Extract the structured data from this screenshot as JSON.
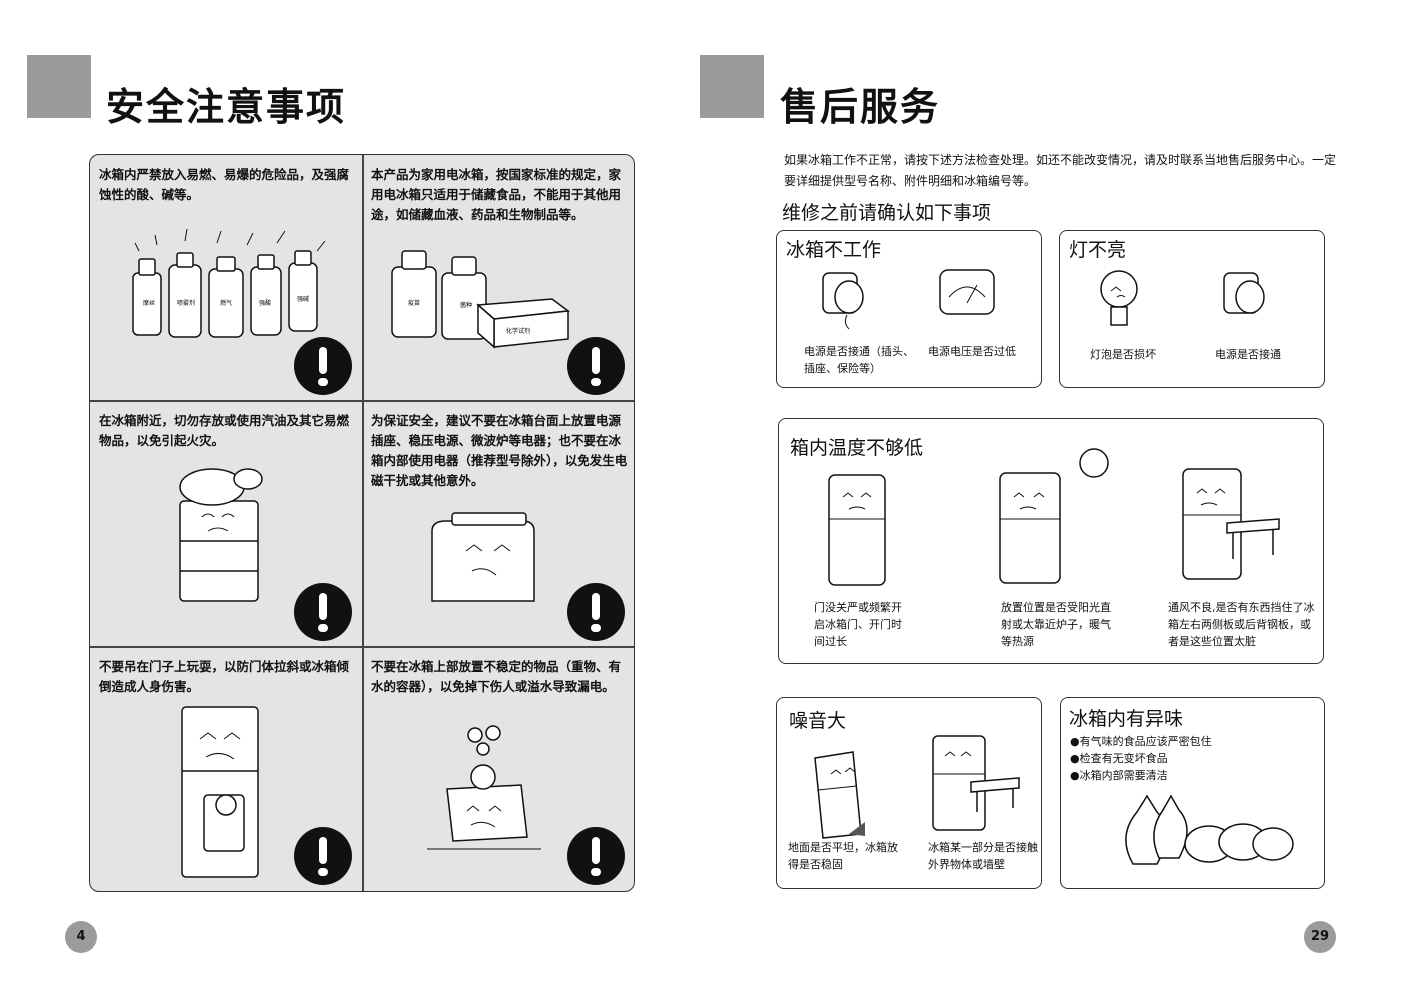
{
  "left_page": {
    "title": "安全注意事项",
    "page_number": "4",
    "cells": [
      {
        "text": "冰箱内严禁放入易燃、易爆的危险品，及强腐蚀性的酸、碱等。",
        "bottle_labels": [
          "摩丝",
          "喷雾剂",
          "燃气",
          "强酸",
          "强碱"
        ]
      },
      {
        "text": "本产品为家用电冰箱，按国家标准的规定，家用电冰箱只适用于储藏食品，不能用于其他用途，如储藏血液、药品和生物制品等。",
        "bottle_labels": [
          "疫苗",
          "菌种"
        ],
        "box_label": "化学试剂"
      },
      {
        "text": "在冰箱附近，切勿存放或使用汽油及其它易燃物品，以免引起火灾。"
      },
      {
        "text": "为保证安全，建议不要在冰箱台面上放置电源插座、稳压电源、微波炉等电器；也不要在冰箱内部使用电器（推荐型号除外），以免发生电磁干扰或其他意外。"
      },
      {
        "text": "不要吊在门子上玩耍，以防门体拉斜或冰箱倾倒造成人身伤害。"
      },
      {
        "text": "不要在冰箱上部放置不稳定的物品（重物、有水的容器），以免掉下伤人或溢水导致漏电。"
      }
    ]
  },
  "right_page": {
    "title": "售后服务",
    "page_number": "29",
    "intro": "如果冰箱工作不正常，请按下述方法检查处理。如还不能改变情况，请及时联系当地售后服务中心。一定要详细提供型号名称、附件明细和冰箱编号等。",
    "subhead": "维修之前请确认如下事项",
    "box_not_working": {
      "title": "冰箱不工作",
      "cap1": "电源是否接通（插头、插座、保险等）",
      "cap2": "电源电压是否过低"
    },
    "box_light": {
      "title": "灯不亮",
      "cap1": "灯泡是否损坏",
      "cap2": "电源是否接通"
    },
    "box_temp": {
      "title": "箱内温度不够低",
      "cap1": "门没关严或频繁开启冰箱门、开门时间过长",
      "cap2": "放置位置是否受阳光直射或太靠近炉子，暖气等热源",
      "cap3": "通风不良,是否有东西挡住了冰箱左右两侧板或后背钢板，或者是这些位置太脏"
    },
    "box_noise": {
      "title": "噪音大",
      "cap1": "地面是否平坦，冰箱放得是否稳固",
      "cap2": "冰箱某一部分是否接触外界物体或墙壁"
    },
    "box_smell": {
      "title": "冰箱内有异味",
      "items": [
        "●有气味的食品应该严密包住",
        "●检查有无变坏食品",
        "●冰箱内部需要清洁"
      ]
    }
  }
}
